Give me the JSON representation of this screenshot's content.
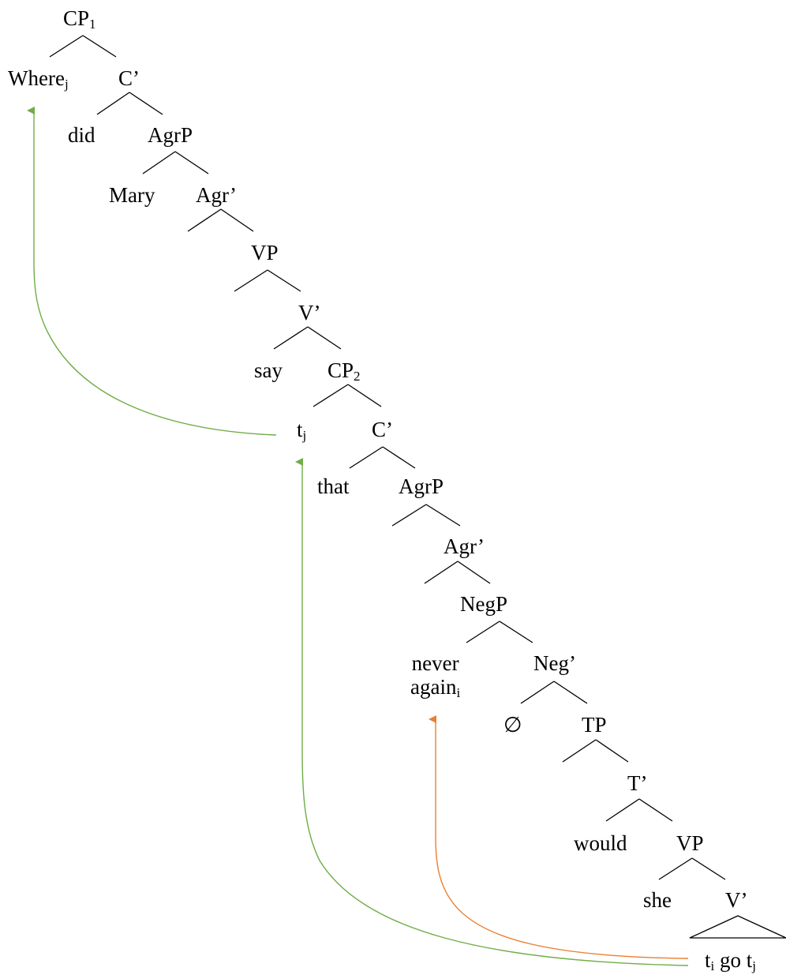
{
  "colors": {
    "text": "#000000",
    "branch": "#000000",
    "wh_movement_arrow": "#70ad47",
    "adverb_movement_arrow": "#ed7d31"
  },
  "nodes": {
    "cp1": {
      "main": "CP",
      "sub": "1"
    },
    "where": {
      "main": "Where",
      "sub": "j"
    },
    "c_bar_1": {
      "main": "C’"
    },
    "did": {
      "main": "did"
    },
    "agrp_1": {
      "main": "AgrP"
    },
    "mary": {
      "main": "Mary"
    },
    "agr_bar_1": {
      "main": "Agr’"
    },
    "vp_1": {
      "main": "VP"
    },
    "v_bar_1": {
      "main": "V’"
    },
    "say": {
      "main": "say"
    },
    "cp2": {
      "main": "CP",
      "sub": "2"
    },
    "trace_j": {
      "main": "t",
      "sub": "j"
    },
    "c_bar_2": {
      "main": "C’"
    },
    "that": {
      "main": "that"
    },
    "agrp_2": {
      "main": "AgrP"
    },
    "agr_bar_2": {
      "main": "Agr’"
    },
    "negp": {
      "main": "NegP"
    },
    "never_again": {
      "line1": "never",
      "line2_main": "again",
      "line2_sub": "i"
    },
    "neg_bar": {
      "main": "Neg’"
    },
    "null_neg": {
      "main": "∅"
    },
    "tp": {
      "main": "TP"
    },
    "t_bar": {
      "main": "T’"
    },
    "would": {
      "main": "would"
    },
    "vp_2": {
      "main": "VP"
    },
    "she": {
      "main": "she"
    },
    "v_bar_2": {
      "main": "V’"
    },
    "base": {
      "t1": "t",
      "s1": "i",
      "mid": " go ",
      "t2": "t",
      "s2": "j"
    }
  }
}
